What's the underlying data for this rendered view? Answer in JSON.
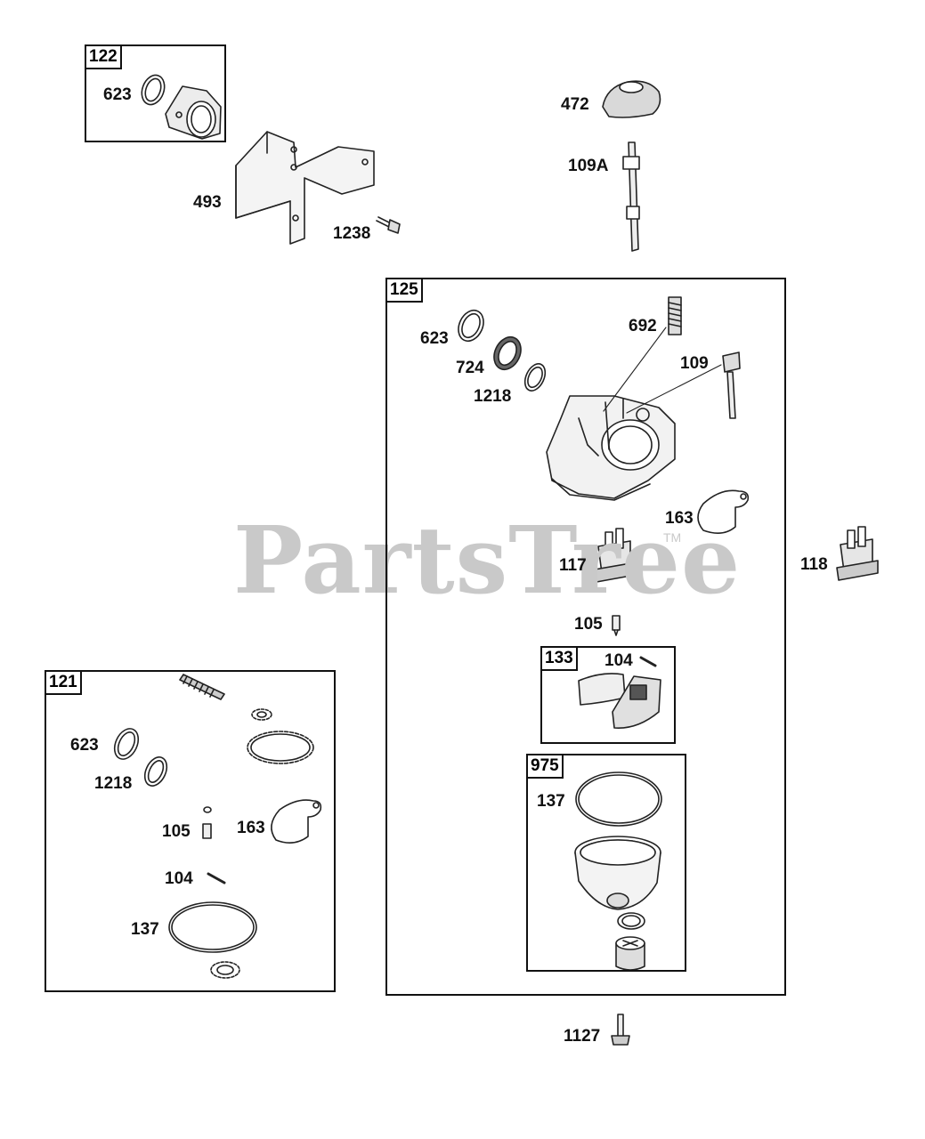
{
  "watermark": {
    "text": "PartsTree",
    "tm": "TM"
  },
  "kits": {
    "k122": "122",
    "k125": "125",
    "k121": "121",
    "k133": "133",
    "k975": "975"
  },
  "labels": {
    "l623a": "623",
    "l493": "493",
    "l1238": "1238",
    "l472": "472",
    "l109A": "109A",
    "l623b": "623",
    "l724": "724",
    "l1218b": "1218",
    "l692": "692",
    "l109": "109",
    "l163b": "163",
    "l117": "117",
    "l118": "118",
    "l105b": "105",
    "l104b": "104",
    "l137b": "137",
    "l1127": "1127",
    "l623c": "623",
    "l1218c": "1218",
    "l105c": "105",
    "l163c": "163",
    "l104c": "104",
    "l137c": "137"
  }
}
